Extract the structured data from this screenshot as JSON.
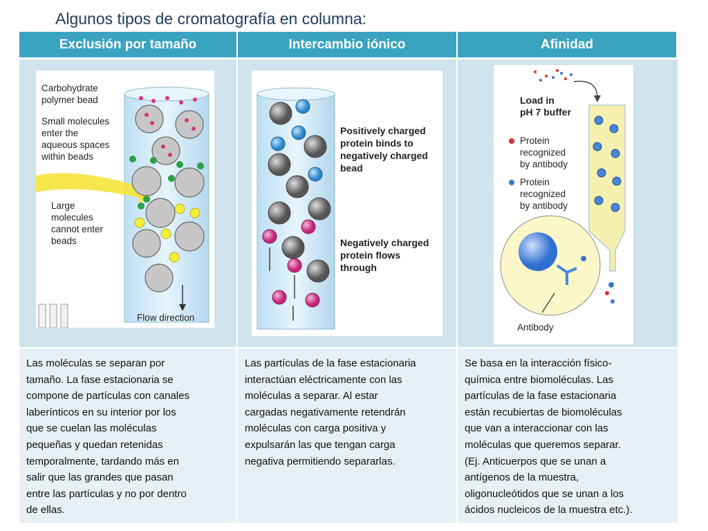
{
  "title": "Algunos tipos de cromatografía en columna:",
  "columns": [
    {
      "header": "Exclusión por tamaño",
      "figure": {
        "labels": [
          "Carbohydrate",
          "polymer bead",
          "Small molecules",
          "enter the",
          "aqueous spaces",
          "within beads",
          "Large",
          "molecules",
          "cannot enter",
          "beads",
          "Flow direction"
        ]
      },
      "text": "Las moléculas se separan por\ntamaño. La fase estacionaria se\ncompone de partículas con canales\nlaberínticos en su interior por los\nque se cuelan las moléculas\npequeñas y quedan retenidas\ntemporalmente, tardando más en\nsalir que las grandes que pasan\nentre  las partículas y no por dentro\nde ellas."
    },
    {
      "header": "Intercambio iónico",
      "figure": {
        "labels": [
          "Positively charged",
          "protein binds to",
          "negatively charged",
          "bead",
          "Negatively charged",
          "protein flows",
          "through"
        ]
      },
      "text": "Las partículas de la fase estacionaria\ninteractúan eléctricamente con las\nmoléculas a separar. Al estar\ncargadas negativamente retendrán\nmoléculas con carga positiva y\nexpulsarán las que tengan carga\nnegativa permitiendo separarlas."
    },
    {
      "header": "Afinidad",
      "figure": {
        "labels": [
          "Load in",
          "pH 7 buffer",
          "Protein",
          "recognized",
          "by antibody",
          "Protein",
          "recognized",
          "by antibody",
          "Antibody"
        ]
      },
      "text": "Se basa en la interacción físico-\nquímica entre biomoléculas. Las\npartículas de la fase estacionaria\nestán recubiertas de biomoléculas\nque van a interaccionar con las\nmoléculas que queremos separar.\n(Ej. Anticuerpos que se unan a\nantígenos de la muestra,\noligonucleótidos que se unan a los\nácidos nucleicos de la muestra etc.)."
    }
  ],
  "colors": {
    "header": "#3aa3bf",
    "image_row": "#cfe3ec",
    "text_row": "#e6f0f5",
    "title": "#1f3a5a"
  }
}
